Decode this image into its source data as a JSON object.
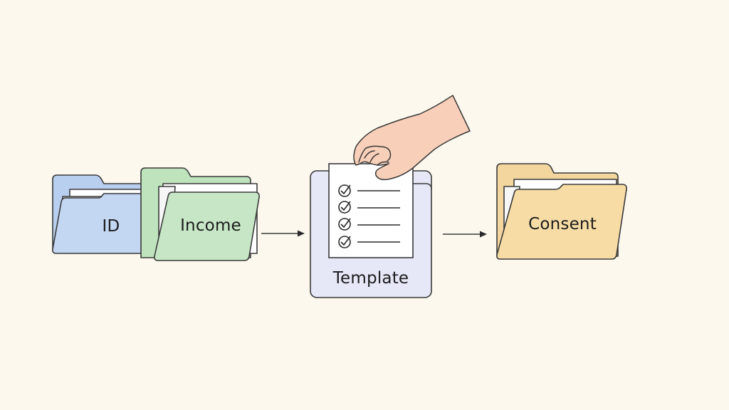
{
  "diagram": {
    "type": "flow",
    "colors": {
      "background": "#fcf8ee",
      "id_folder": "#c3d6f2",
      "income_folder": "#c6e6c5",
      "template_box": "#e6e7f7",
      "consent_folder": "#f7dca5",
      "hand": "#f8cfb8",
      "stroke": "#3a3a3a",
      "paper": "#ffffff"
    },
    "inputs": [
      {
        "id": "id",
        "label": "ID",
        "icon": "folder-icon"
      },
      {
        "id": "income",
        "label": "Income",
        "icon": "folder-icon"
      }
    ],
    "process": {
      "label": "Template",
      "icon": "checklist-icon",
      "checklist_items": 4,
      "actor_icon": "hand-icon"
    },
    "output": {
      "id": "consent",
      "label": "Consent",
      "icon": "folder-icon"
    },
    "connectors": [
      {
        "from": "inputs",
        "to": "template",
        "icon": "arrow-right-icon"
      },
      {
        "from": "template",
        "to": "consent",
        "icon": "arrow-right-icon"
      }
    ]
  }
}
